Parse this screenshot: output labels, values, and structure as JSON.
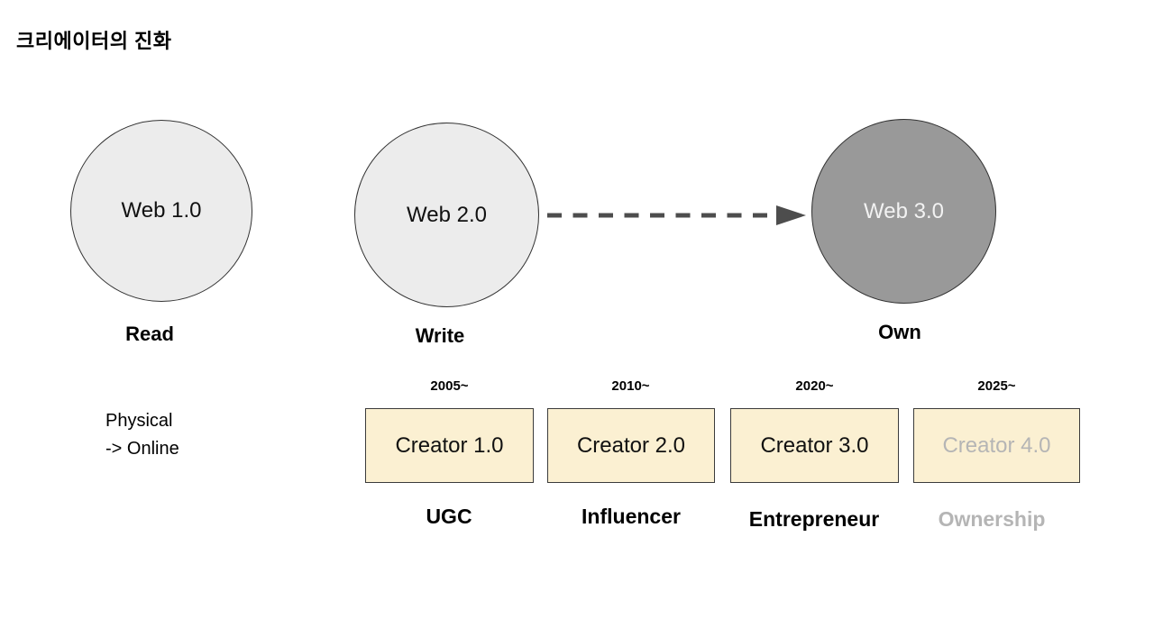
{
  "title": "크리에이터의 진화",
  "colors": {
    "background": "#ffffff",
    "circle_light_fill": "#ececec",
    "circle_dark_fill": "#999999",
    "circle_border": "#333333",
    "dark_circle_text": "#f2f2f2",
    "box_fill": "#fbf0d2",
    "box_border": "#3b3b3b",
    "arrow": "#4d4d4d",
    "muted_text": "#b5b5b5",
    "text": "#000000"
  },
  "web_stages": [
    {
      "circle_label": "Web 1.0",
      "stage_label": "Read"
    },
    {
      "circle_label": "Web 2.0",
      "stage_label": "Write"
    },
    {
      "circle_label": "Web 3.0",
      "stage_label": "Own"
    }
  ],
  "arrow": {
    "from": "Web 2.0",
    "to": "Web 3.0",
    "style": "dashed"
  },
  "note": {
    "line1": "Physical",
    "line2": "-> Online"
  },
  "creators": [
    {
      "year": "2005~",
      "box_label": "Creator 1.0",
      "category": "UGC"
    },
    {
      "year": "2010~",
      "box_label": "Creator 2.0",
      "category": "Influencer"
    },
    {
      "year": "2020~",
      "box_label": "Creator 3.0",
      "category": "Entrepreneur"
    },
    {
      "year": "2025~",
      "box_label": "Creator 4.0",
      "category": "Ownership"
    }
  ]
}
